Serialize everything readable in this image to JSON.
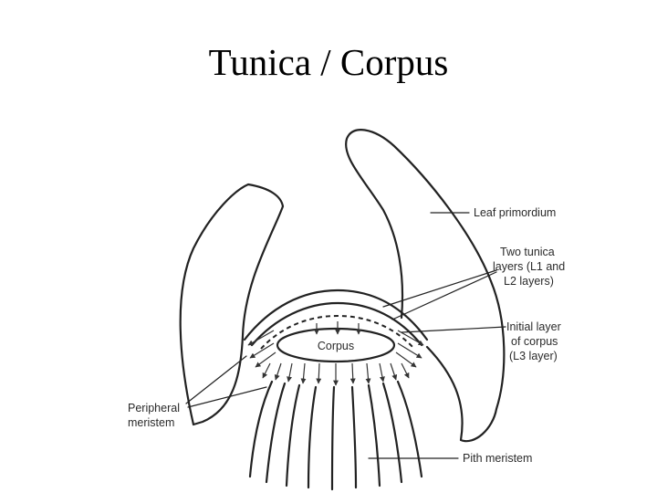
{
  "title": "Tunica / Corpus",
  "labels": {
    "leaf_primordium": "Leaf primordium",
    "tunica_line1": "Two tunica",
    "tunica_line2": "layers (L1 and",
    "tunica_line3": "L2 layers)",
    "initial_line1": "Initial layer",
    "initial_line2": "of corpus",
    "initial_line3": "(L3 layer)",
    "corpus": "Corpus",
    "peripheral_line1": "Peripheral",
    "peripheral_line2": "meristem",
    "pith_meristem": "Pith meristem"
  }
}
